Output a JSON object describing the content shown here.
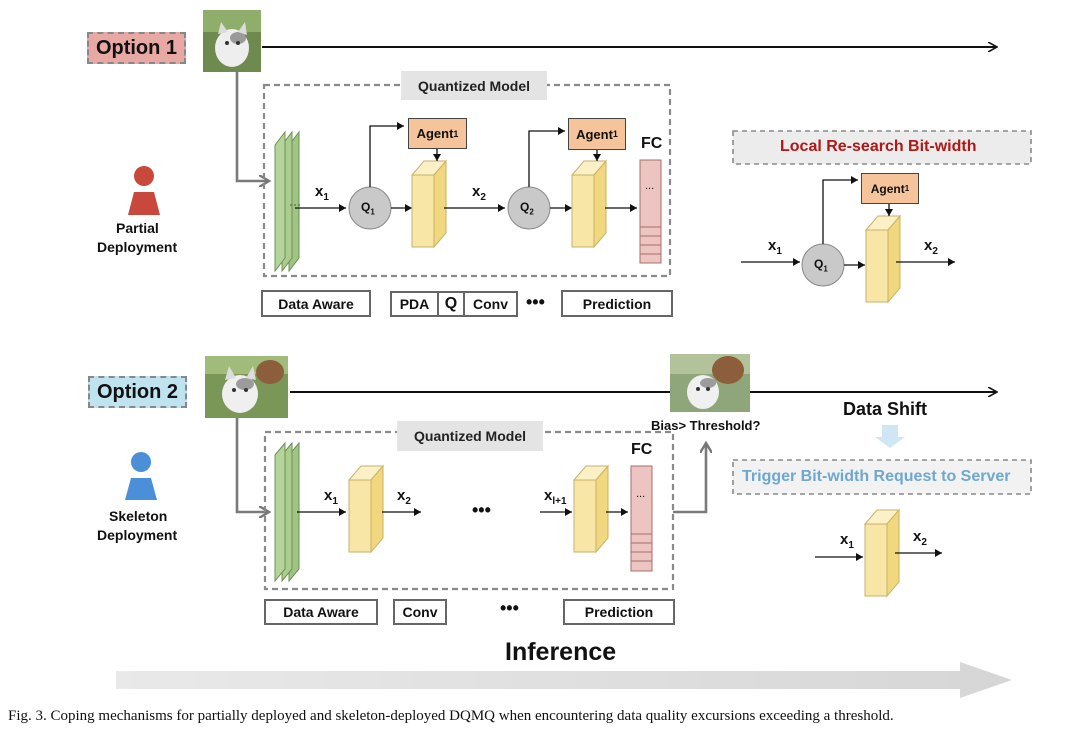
{
  "options": {
    "option1_label": "Option 1",
    "option2_label": "Option 2"
  },
  "deployments": {
    "partial_line1": "Partial",
    "partial_line2": "Deployment",
    "skeleton_line1": "Skeleton",
    "skeleton_line2": "Deployment"
  },
  "model": {
    "title": "Quantized Model",
    "agent_label": "Agent",
    "agent_subscript": "1",
    "q1_label": "Q",
    "q1_sub": "1",
    "q2_label": "Q",
    "q2_sub": "2",
    "fc_label": "FC",
    "fc_dots": "...",
    "x_label": "x",
    "x1_sub": "1",
    "x2_sub": "2",
    "xl1_sub": "l+1",
    "ellipsis": "•••"
  },
  "bottom_labels_top": {
    "data_aware": "Data Aware",
    "pda": "PDA",
    "q": "Q",
    "conv": "Conv",
    "prediction": "Prediction"
  },
  "bottom_labels_bottom": {
    "data_aware": "Data Aware",
    "conv": "Conv",
    "prediction": "Prediction"
  },
  "local_research": {
    "title": "Local Re-search Bit-width"
  },
  "data_shift": {
    "bias_text": "Bias> Threshold?",
    "title": "Data Shift",
    "trigger": "Trigger Bit-width Request to Server"
  },
  "inference": "Inference",
  "caption": "Fig. 3.   Coping mechanisms for partially deployed and skeleton-deployed DQMQ when encountering data quality excursions exceeding a threshold.",
  "colors": {
    "option1_bg": "#e8a8a4",
    "option2_bg": "#bfe4ef",
    "local_title": "#b01818",
    "trigger_text": "#6fa8cf",
    "person_partial": "#c8483c",
    "person_skeleton": "#4a8fd8",
    "green_layer": "#b5d49a",
    "yellow_layer": "#f7e6a6",
    "fc_pink": "#e8b7b4",
    "agent_orange": "#f6c49a"
  },
  "icons": {
    "photo": "kitten-photo-icon",
    "person": "person-icon",
    "arrow": "arrow-icon"
  }
}
